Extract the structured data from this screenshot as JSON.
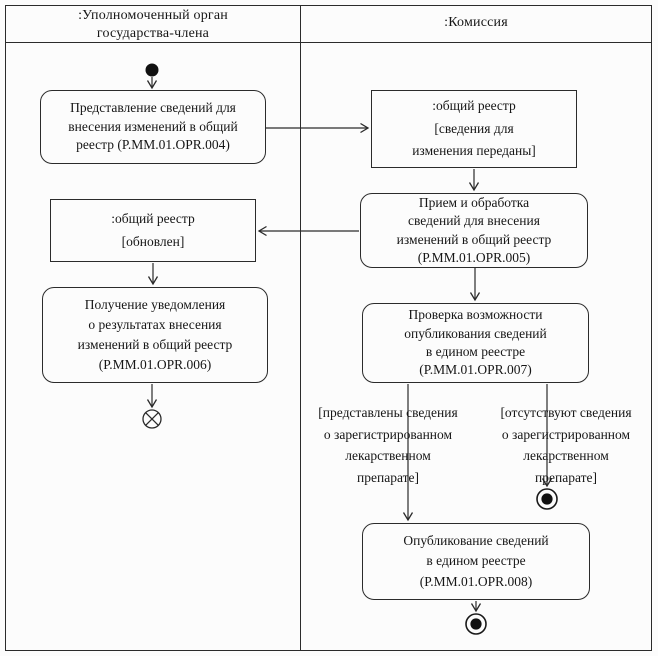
{
  "diagram": {
    "type": "uml-activity-swimlane",
    "lanes": [
      {
        "title": ":Уполномоченный орган\nгосударства-члена"
      },
      {
        "title": ":Комиссия"
      }
    ],
    "nodes": {
      "opr004": "Представление сведений для\nвнесения изменений в общий\nреестр (P.MM.01.OPR.004)",
      "obj_transferred": ":общий реестр\n[сведения для\nизменения переданы]",
      "opr005": "Прием и обработка\nсведений для внесения\nизменений в общий реестр\n(P.MM.01.OPR.005)",
      "obj_updated": ":общий реестр\n[обновлен]",
      "opr006": "Получение уведомления\nо результатах внесения\nизменений в общий реестр\n(P.MM.01.OPR.006)",
      "opr007": "Проверка возможности\nопубликования сведений\nв едином реестре\n(P.MM.01.OPR.007)",
      "opr008": "Опубликование сведений\nв едином реестре\n(P.MM.01.OPR.008)"
    },
    "guards": {
      "present": "[представлены сведения\nо зарегистрированном\nлекарственном\nпрепарате]",
      "absent": "[отсутствуют сведения\nо зарегистрированном\nлекарственном\nпрепарате]"
    },
    "colors": {
      "line": "#2b2b2b",
      "background": "#fcfcfc",
      "text": "#161616",
      "node_fill": "#111111"
    }
  }
}
